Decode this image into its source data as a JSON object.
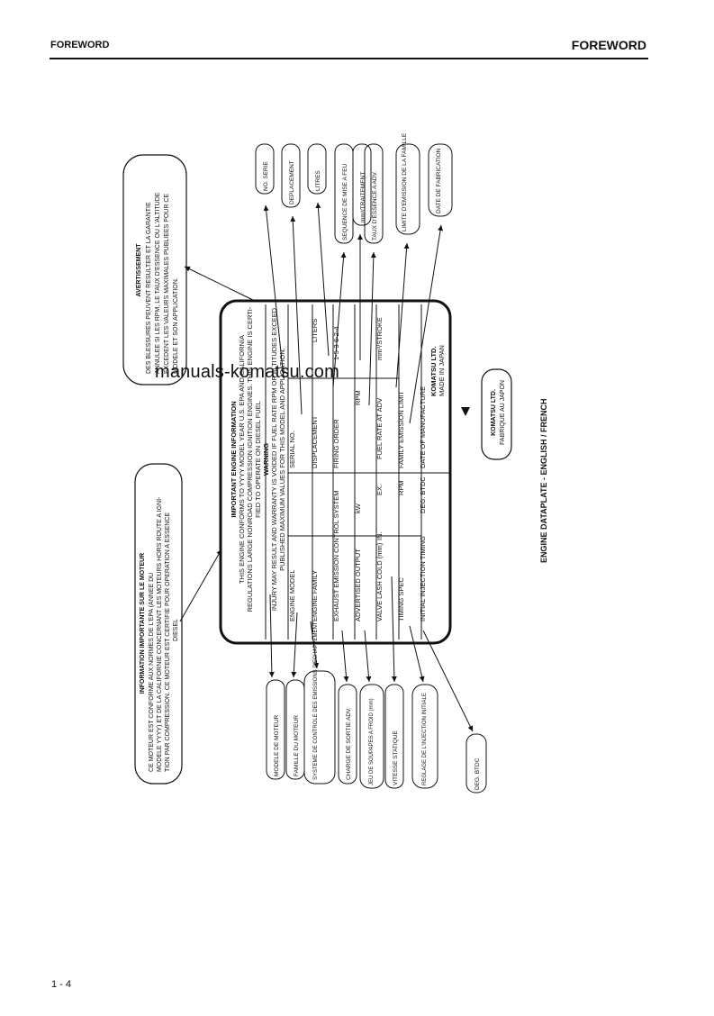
{
  "header": {
    "left": "FOREWORD",
    "right": "FOREWORD"
  },
  "watermark": "manuals-komatsu.com",
  "page_number": "1 - 4",
  "caption": "ENGINE DATAPLATE - ENGLISH / FRENCH",
  "plate": {
    "title": "IMPORTANT ENGINE INFORMATION",
    "intro": [
      "THIS ENGINE CONFORMS TO YYYY MODEL YEAR U.S. EPA AND CALIFORNIA",
      "REGULATIONS LARGE NONROAD COMPRESSION IGNITION ENGINES. THIS ENGINE IS CERTI-",
      "FIED TO OPERATE ON DIESEL FUEL"
    ],
    "warning_title": "WARNING",
    "warning": [
      "INJURY MAY RESULT AND WARRANTY IS VOIDED IF FUEL RATE RPM OR ALTITUDES EXCEED",
      "PUBLISHED MAXIMUM VALUES FOR THIS MODEL AND APPLICATION."
    ],
    "rows": [
      {
        "left": "ENGINE MODEL",
        "mid": "SERIAL NO.",
        "right": ""
      },
      {
        "left": "ENGINE FAMILY",
        "mid": "DISPLACEMENT",
        "right": "LITERS"
      },
      {
        "left": "EXHAUST EMISSION CONTROL SYSTEM",
        "mid": "FIRING ORDER",
        "right": "1-5-3-6-2-4"
      },
      {
        "left": "ADVERTISED OUTPUT",
        "mid": "kW",
        "mid2": "RPM",
        "right": ""
      },
      {
        "left": "VALVE LASH COLD (mm)",
        "mid": "IN.",
        "mid2": "EX.",
        "mid3": "FUEL RATE AT ADV",
        "right": "mm³/STROKE"
      },
      {
        "left": "TIMING SPEC",
        "mid": "RPM",
        "mid2": "FAMILY EMISSION LIMIT",
        "right": ""
      },
      {
        "left": "INITIAL INJECTION TIMING",
        "mid": "DEG. BTDC",
        "mid2": "DATE OF MANUFACTURE",
        "right": ""
      }
    ],
    "maker": [
      "KOMATSU LTD.",
      "MADE IN JAPAN"
    ]
  },
  "stamp": [
    "KOMATSU LTD.",
    "FABRIQUE AU JAPON"
  ],
  "french_info_box": {
    "title": "INFORMATION IMPORTANTE SUR LE MOTEUR",
    "text": [
      "CE MOTEUR EST CONFORME AUX NORMES DE L'EPA (ANNEE DU",
      "MODELE YYYY) ET DE LA CALIFORNIE CONCERNANT LES MOTEURS HORS ROUTE A IGNI-",
      "TION PAR COMPRESSION. CE MOTEUR EST CERTIFIE POUR OPERATION A ESSENCE",
      "DIESEL"
    ]
  },
  "french_warning_box": {
    "title": "AVERTISSEMENT",
    "text": [
      "DES BLESSURES PEUVENT RESULTER ET LA GARANTIE",
      "ANNULEE SI LES RPM, LE TAUX D'ESSENCE OU L'ALTITUDE",
      "EXCEDENT LES VALEURS MAXIMALES PUBLIEES POUR CE",
      "MODELE ET SON APPLICATION."
    ]
  },
  "top_callouts": [
    "NO. SERIE",
    "DEPLACEMENT",
    "LITRES",
    "SEQUENCE DE MISE A FEU",
    "mm³/TRAITEMENT",
    "TAUX D'ESSENCE A ADV.",
    "LIMITE D'EMISSION DE LA FAMILLE",
    "DATE DE FABRICATION"
  ],
  "bottom_callouts": [
    "MODELE DE MOTEUR",
    "FAMILLE DU MOTEUR",
    "SYSTEME DE CONTROLE DES EMISSIONS D'ECHAPPEMENT",
    "CHARGE DE SORTIE ADV.",
    "JEU DE SOUPAPES A FROID (mm)",
    "VITESSE STATIQUE",
    "REGLAGE DE L'INJECTION INITIALE",
    "DEG. BTDC"
  ]
}
